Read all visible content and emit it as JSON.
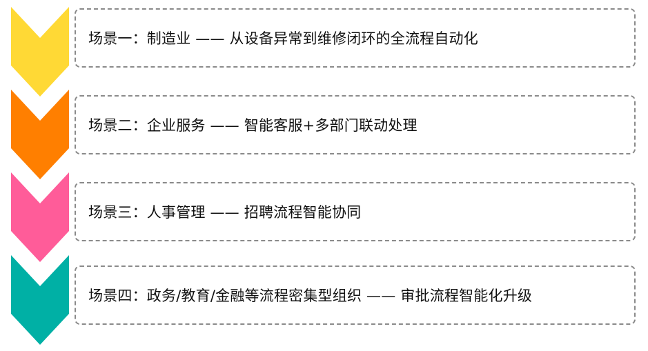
{
  "scenarios": [
    {
      "label": "场景一：制造业 —— 从设备异常到维修闭环的全流程自动化",
      "color": "#FFD935"
    },
    {
      "label": "场景二：企业服务 —— 智能客服+多部门联动处理",
      "color": "#FF7F00"
    },
    {
      "label": "场景三：人事管理 —— 招聘流程智能协同",
      "color": "#FF5C99"
    },
    {
      "label": "场景四：政务/教育/金融等流程密集型组织 —— 审批流程智能化升级",
      "color": "#00B0A5"
    }
  ]
}
